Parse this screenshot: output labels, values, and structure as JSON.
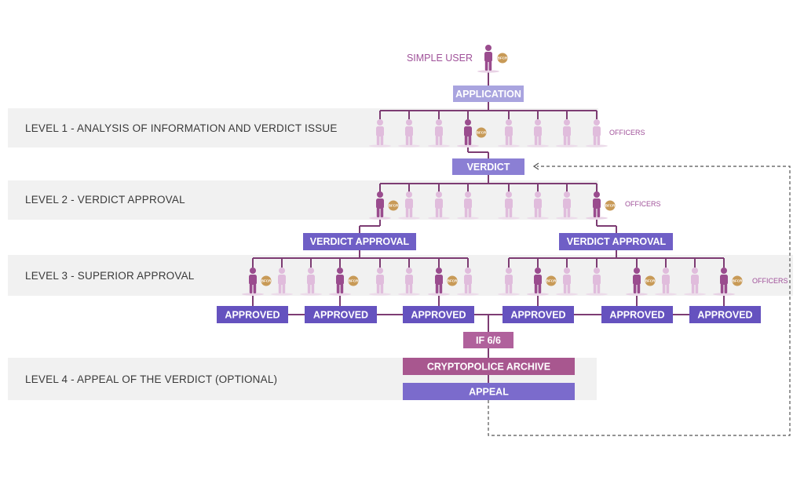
{
  "levels": {
    "level1": "LEVEL 1 - ANALYSIS OF INFORMATION AND VERDICT ISSUE",
    "level2": "LEVEL 2 - VERDICT  APPROVAL",
    "level3": "LEVEL 3 - SUPERIOR APPROVAL",
    "level4": "LEVEL 4 - APPEAL OF THE VERDICT (OPTIONAL)"
  },
  "user_label": "SIMPLE USER",
  "badge": "BFCR",
  "officers_label": "OFFICERS",
  "boxes": {
    "application": "APPLICATION",
    "verdict": "VERDICT",
    "verdict_approval_left": "VERDICT APPROVAL",
    "verdict_approval_right": "VERDICT APPROVAL",
    "approved": [
      "APPROVED",
      "APPROVED",
      "APPROVED",
      "APPROVED",
      "APPROVED",
      "APPROVED"
    ],
    "if": "IF 6/6",
    "archive": "CRYPTOPOLICE ARCHIVE",
    "appeal": "APPEAL"
  },
  "colors": {
    "band_gray": "#f1f1f1",
    "light_purple_box": "#a9a4df",
    "medium_purple_box": "#8b7fd4",
    "dark_purple_box": "#6552bf",
    "magenta_box": "#b0619c",
    "person_light": "#e0bcdc",
    "person_dark": "#9a4c8e",
    "badge_gold": "#c89a57",
    "connector": "#7d3c73"
  }
}
